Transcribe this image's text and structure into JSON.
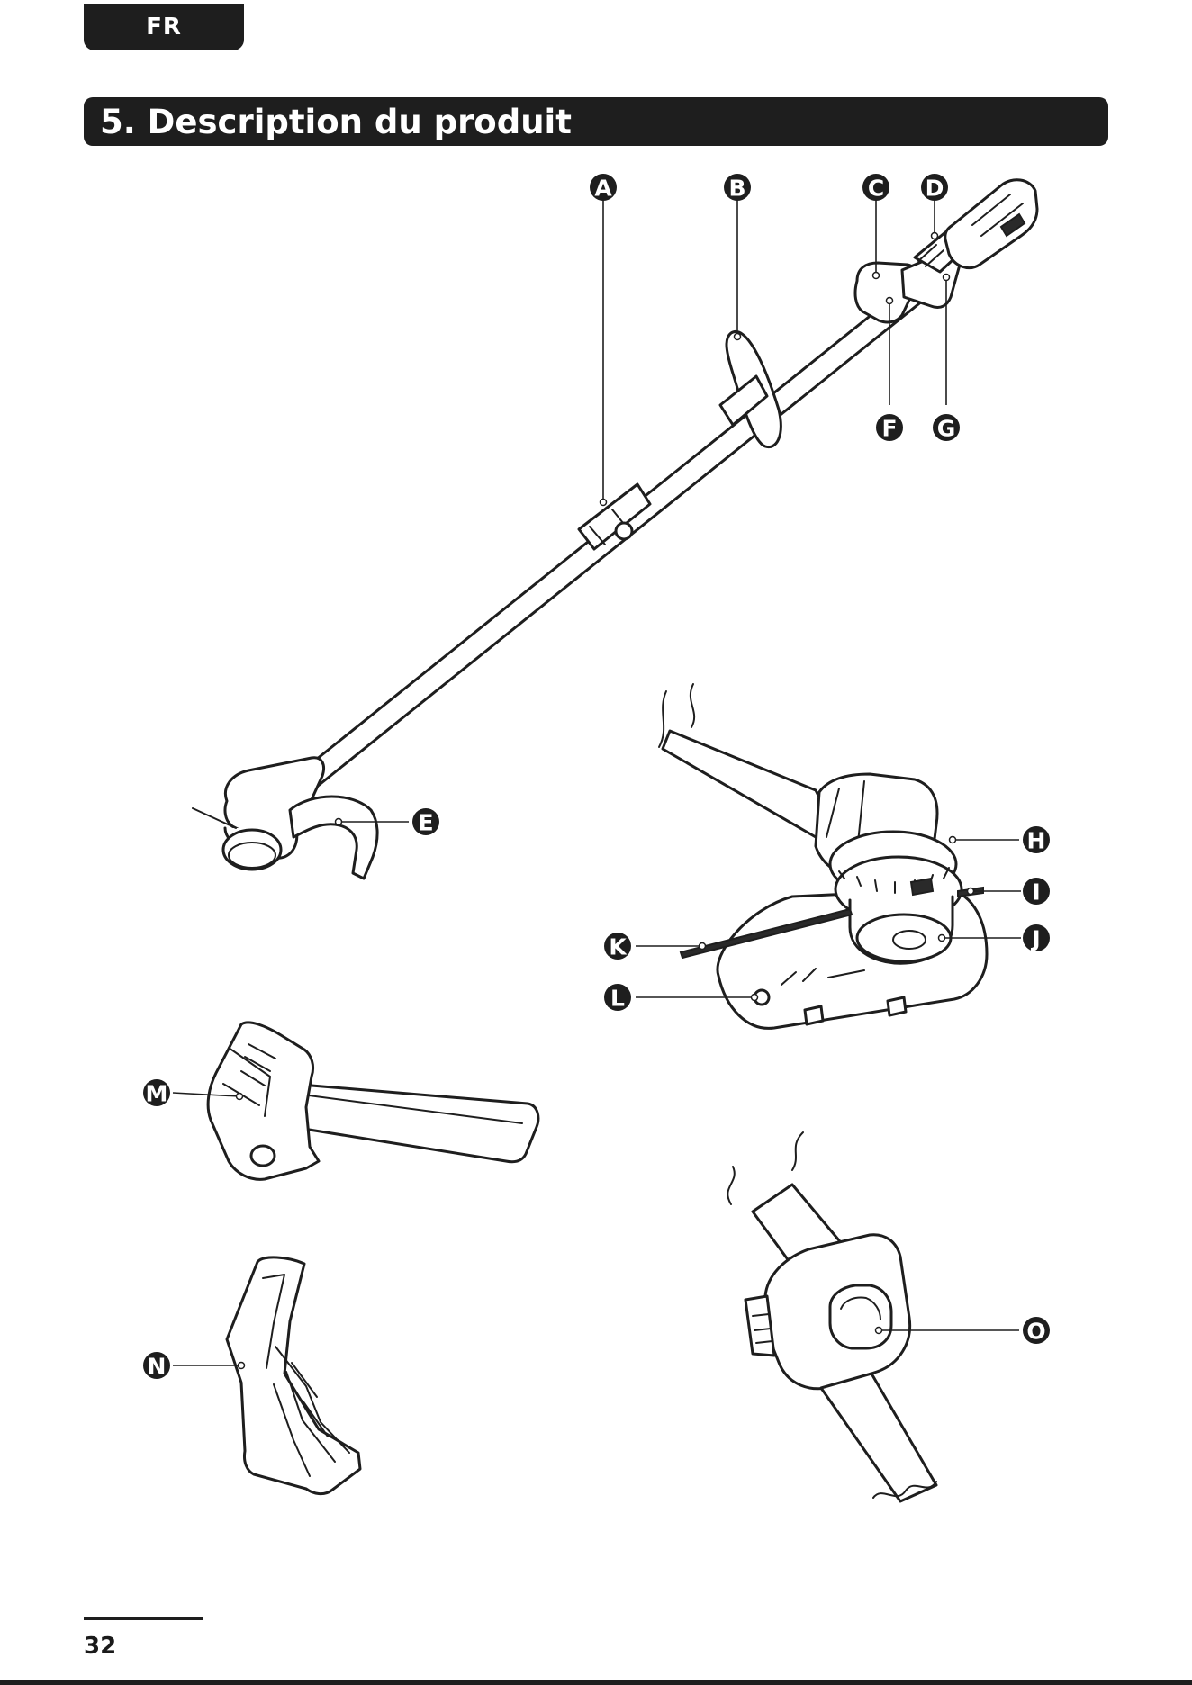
{
  "header": {
    "language": "FR"
  },
  "section": {
    "title": "5. Description du produit"
  },
  "callouts": [
    "A",
    "B",
    "C",
    "D",
    "E",
    "F",
    "G",
    "H",
    "I",
    "J",
    "K",
    "L",
    "M",
    "N",
    "O"
  ],
  "footer": {
    "page_number": "32"
  }
}
